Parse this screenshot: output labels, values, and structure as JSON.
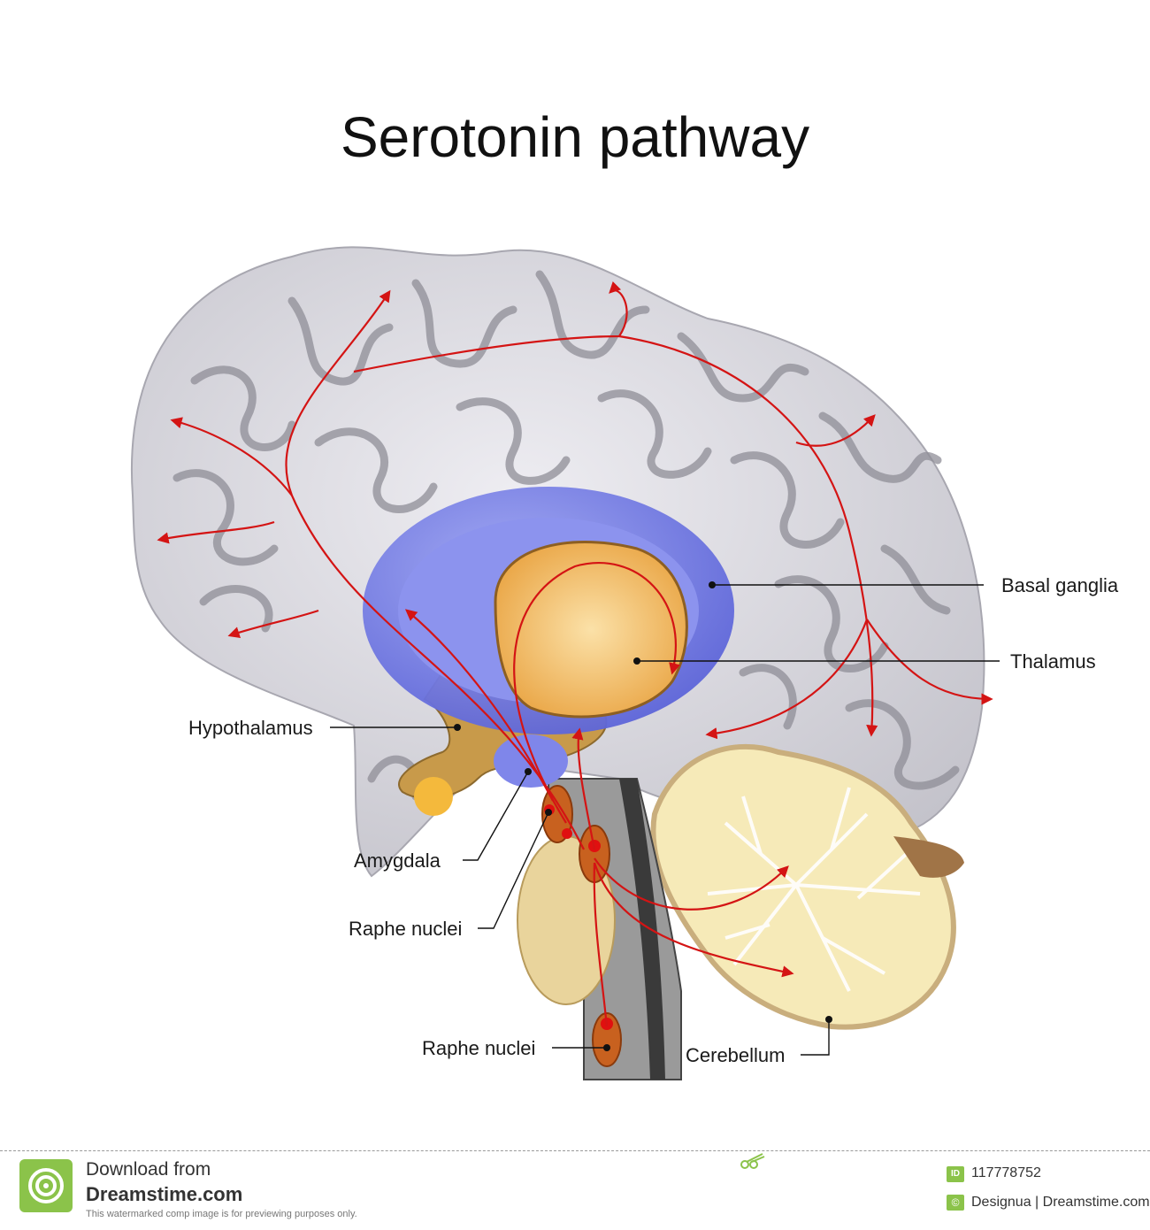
{
  "title": "Serotonin pathway",
  "labels": {
    "basal_ganglia": "Basal ganglia",
    "thalamus": "Thalamus",
    "hypothalamus": "Hypothalamus",
    "amygdala": "Amygdala",
    "raphe_upper": "Raphe nuclei",
    "raphe_lower": "Raphe nuclei",
    "cerebellum": "Cerebellum"
  },
  "footer": {
    "download_from": "Download from",
    "site": "Dreamstime.com",
    "notice": "This watermarked comp image is for previewing purposes only.",
    "id_badge": "ID",
    "id_number": "117778752",
    "credit_badge": "©",
    "credit": "Designua | Dreamstime.com"
  },
  "colors": {
    "cortex": "#d9d8de",
    "sulci": "#8f8e97",
    "basal_ganglia": "#6f78e6",
    "thalamus": "#f2b259",
    "pathway": "#d41414",
    "cerebellum": "#f6eab8",
    "brainstem": "#8e8e8e",
    "brand": "#8bc34a"
  }
}
